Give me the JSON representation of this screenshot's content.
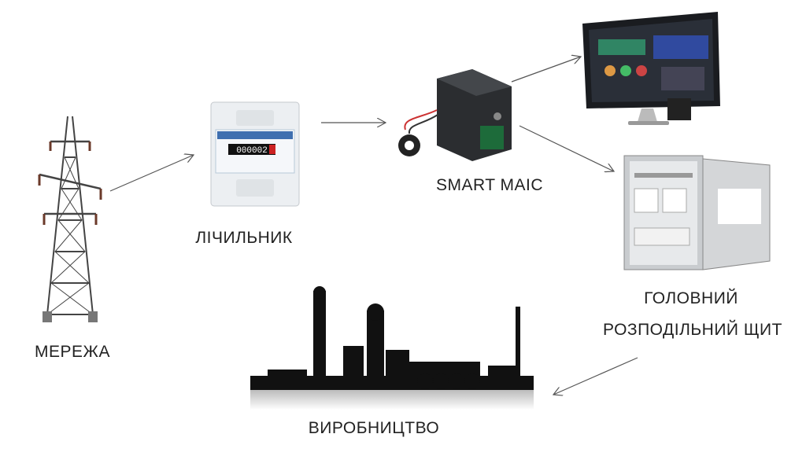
{
  "nodes": {
    "grid": {
      "label": "МЕРЕЖА"
    },
    "meter": {
      "label": "ЛІЧИЛЬНИК",
      "reading": "000002"
    },
    "smart_maic": {
      "label": "SMART MAIC"
    },
    "panel": {
      "label_line1": "ГОЛОВНИЙ",
      "label_line2": "РОЗПОДІЛЬНИЙ ЩИТ"
    },
    "production": {
      "label": "ВИРОБНИЦТВО"
    }
  },
  "colors": {
    "text": "#222222",
    "arrow": "#555555",
    "device": "#2b2d30",
    "panel": "#c9cccf"
  }
}
